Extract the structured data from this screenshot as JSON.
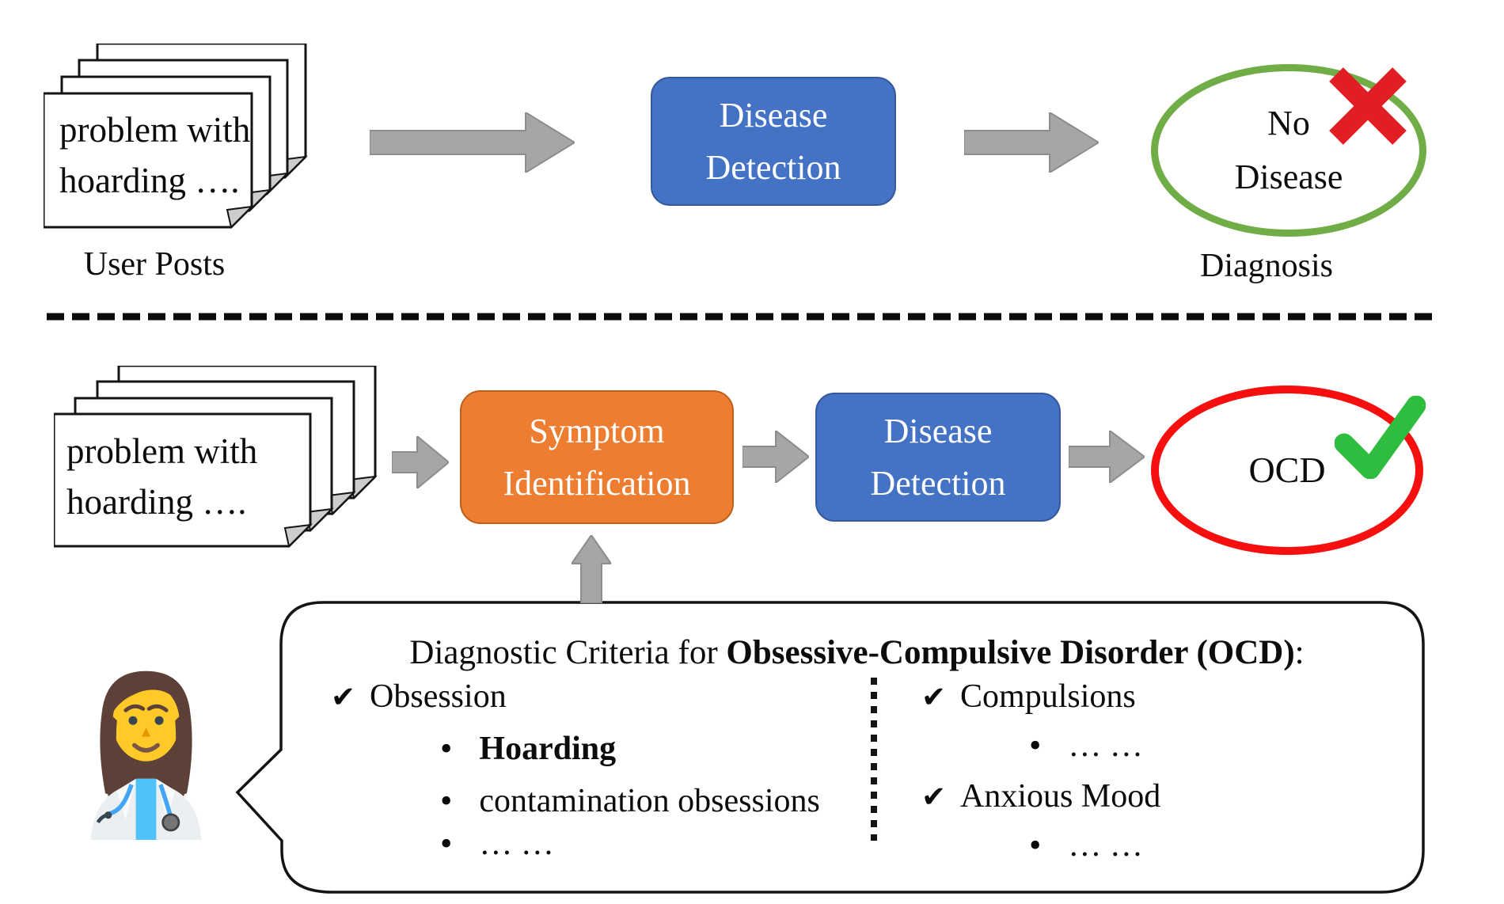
{
  "top_row": {
    "posts": {
      "line1": "problem with",
      "line2": "hoarding ….",
      "label": "User Posts"
    },
    "disease_box": {
      "line1": "Disease",
      "line2": "Detection"
    },
    "result_ellipse": {
      "line1": "No",
      "line2": "Disease"
    },
    "caption": "Diagnosis"
  },
  "bottom_row": {
    "posts": {
      "line1": "problem with",
      "line2": "hoarding …."
    },
    "symptom_box": {
      "line1": "Symptom",
      "line2": "Identification"
    },
    "disease_box": {
      "line1": "Disease",
      "line2": "Detection"
    },
    "result_ellipse": {
      "label": "OCD"
    }
  },
  "criteria": {
    "title_prefix": "Diagnostic Criteria for ",
    "title_bold": "Obsessive-Compulsive Disorder (OCD)",
    "title_suffix": ":",
    "left": {
      "header": "Obsession",
      "items": [
        "Hoarding",
        "contamination obsessions",
        "… …"
      ]
    },
    "right": [
      {
        "header": "Compulsions",
        "items": [
          "… …"
        ]
      },
      {
        "header": "Anxious Mood",
        "items": [
          "… …"
        ]
      }
    ]
  },
  "icons": {
    "criteria_check": "✔",
    "bullet": "•",
    "x_mark": "red-x-mark",
    "diagnosis_check": "green-check-mark",
    "person": "woman-health-worker-emoji"
  },
  "colors": {
    "box_blue": "#4472C4",
    "box_orange": "#ED7D31",
    "arrow_gray": "#A6A6A6",
    "ellipse_green": "#70AD47",
    "ellipse_red": "#F50F0F",
    "x_red": "#E01E24",
    "check_green": "#2EBD3F"
  }
}
